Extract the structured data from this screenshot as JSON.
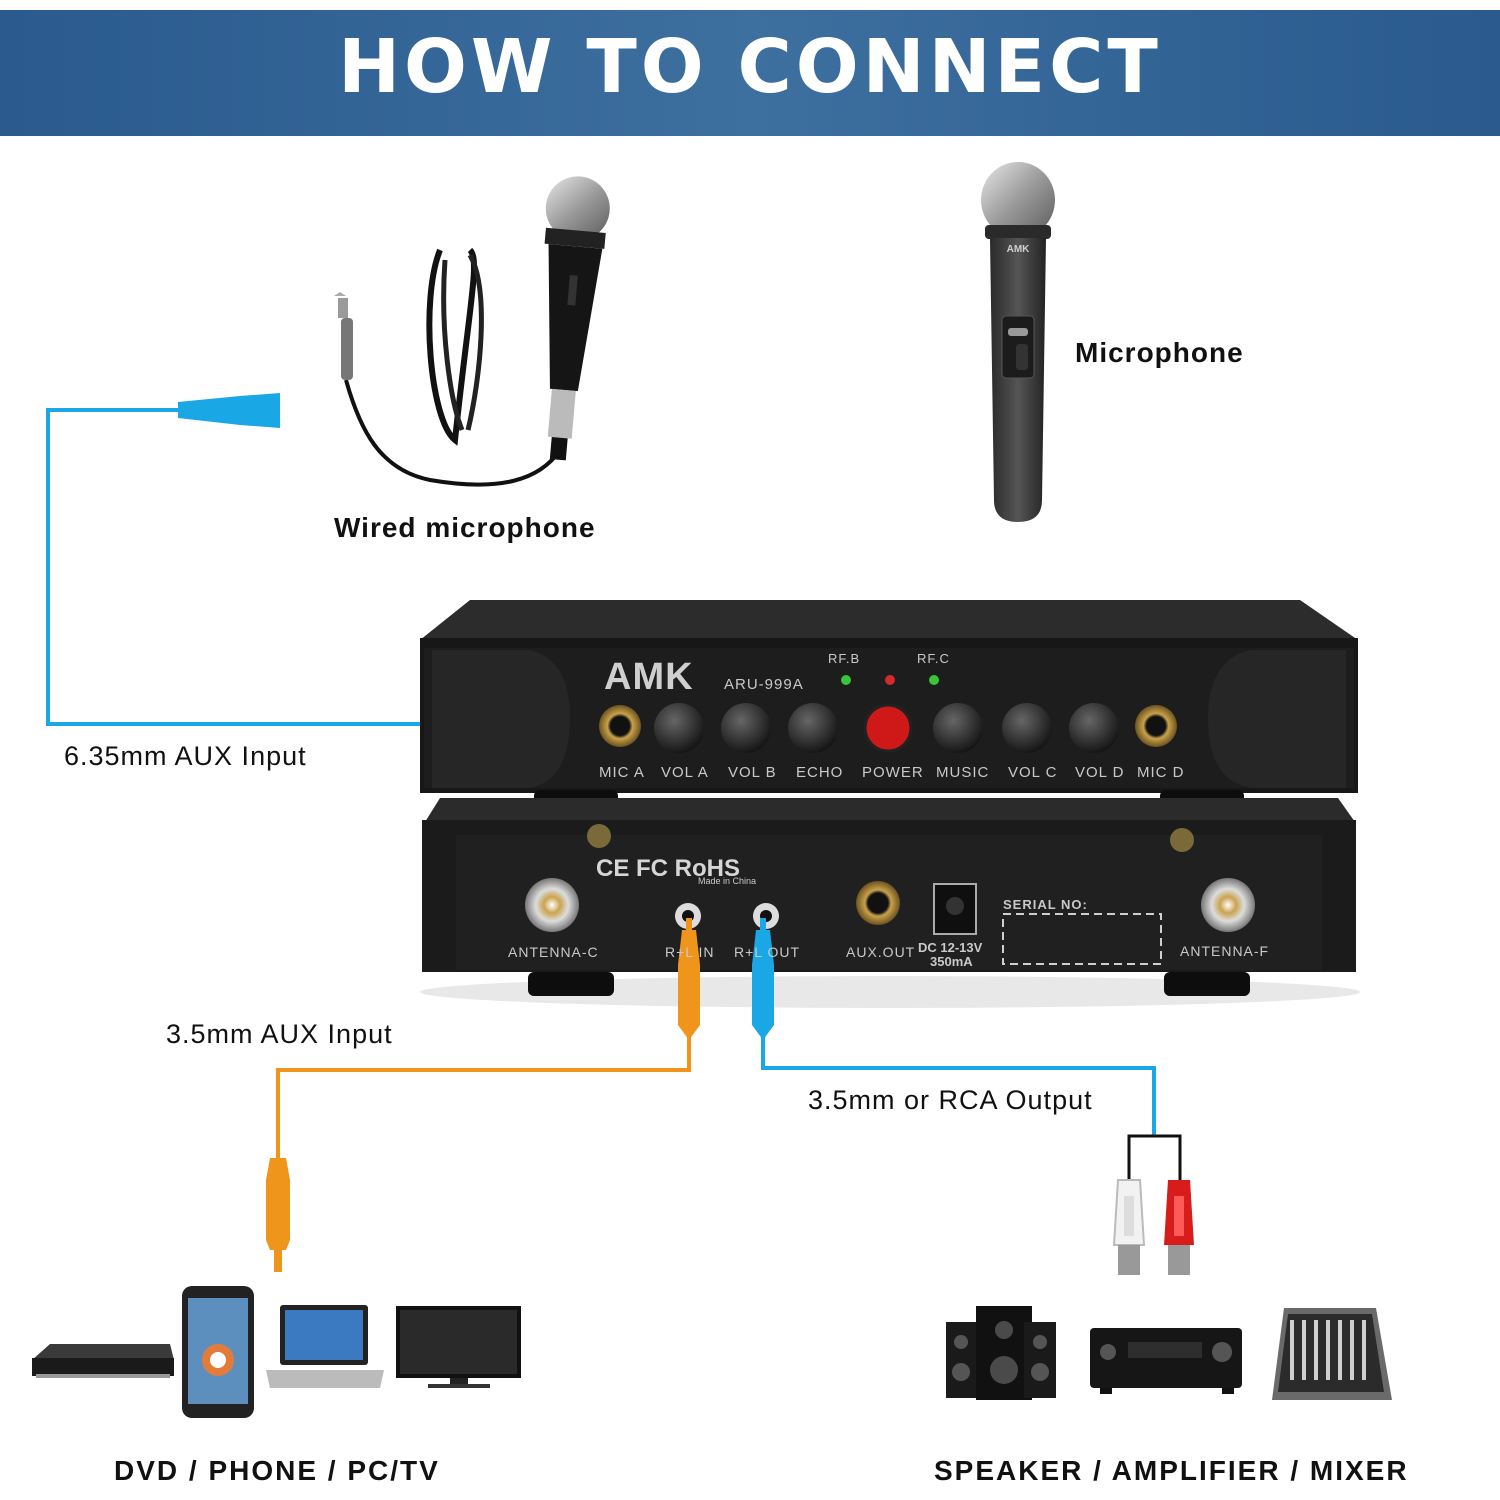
{
  "banner": {
    "title": "HOW TO CONNECT",
    "color": "#3a6a9a"
  },
  "products": {
    "wired_mic_label": "Wired microphone",
    "wireless_mic_label": "Microphone",
    "wireless_mic_brand": "AMK"
  },
  "connections": {
    "aux_635_label": "6.35mm AUX Input",
    "aux_35_label": "3.5mm AUX Input",
    "output_label": "3.5mm or RCA Output"
  },
  "front_panel": {
    "brand": "AMK",
    "model": "ARU-999A",
    "rf_labels": [
      "RF.B",
      "RF.C"
    ],
    "controls": [
      "MIC A",
      "VOL A",
      "VOL B",
      "ECHO",
      "POWER",
      "MUSIC",
      "VOL C",
      "VOL D",
      "MIC D"
    ]
  },
  "rear_panel": {
    "antenna_left": "ANTENNA-C",
    "in_label": "R+L IN",
    "out_label": "R+L OUT",
    "aux_out": "AUX.OUT",
    "dc_line1": "DC 12-13V",
    "dc_line2": "350mA",
    "serial": "SERIAL NO:",
    "antenna_right": "ANTENNA-F",
    "marks": "CE FC RoHS",
    "made_in": "Made in China"
  },
  "devices": {
    "sources_label": "DVD / PHONE / PC/TV",
    "outputs_label": "SPEAKER / AMPLIFIER / MIXER"
  },
  "colors": {
    "cable_blue": "#1aa7e6",
    "cable_orange": "#f0951c",
    "rca_red": "#d81c1c",
    "device_black": "#1a1a1a"
  }
}
